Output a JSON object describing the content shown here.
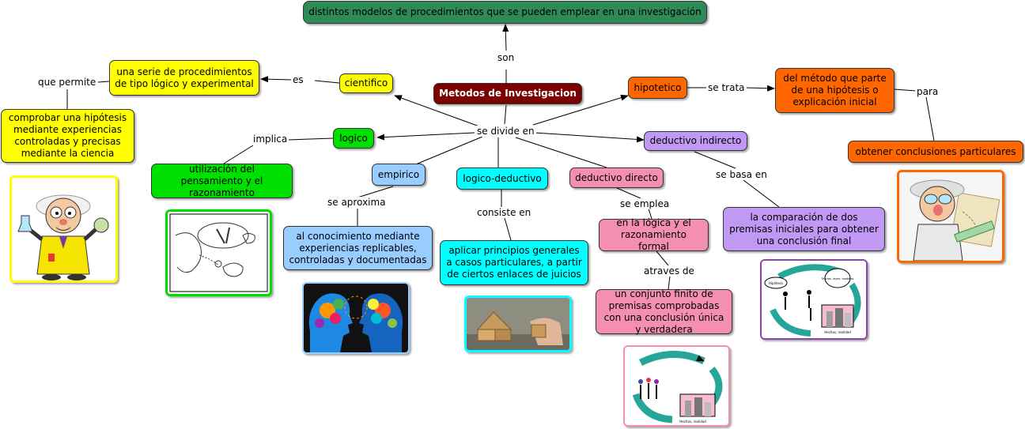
{
  "colors": {
    "title": "#2e8b57",
    "root": "#7b0000",
    "yellow": "#ffff00",
    "green": "#00e000",
    "blue": "#99ccff",
    "cyan": "#00ffff",
    "pink": "#f48fb1",
    "orange": "#ff6600",
    "purple": "#c099f5"
  },
  "nodes": {
    "title": "distintos modelos de procedimientos que se pueden emplear en una investigación",
    "root": "Metodos de Investigacion",
    "cientifico": "cientifico",
    "cientifico_def": "una serie de procedimientos de tipo lógico y experimental",
    "comprobar": "comprobar una hipótesis mediante experiencias controladas y precisas mediante la ciencia",
    "logico": "logico",
    "logico_def": "utilización del pensamiento y el razonamiento",
    "empirico": "empirico",
    "empirico_def": "al conocimiento mediante experiencias replicables, controladas y documentadas",
    "logico_deductivo": "logico-deductivo",
    "logico_deductivo_def": "aplicar principios generales a casos particulares, a partir de ciertos enlaces de juicios",
    "deductivo_directo": "deductivo directo",
    "deductivo_directo_def": "en la lógica y el razonamiento formal",
    "premisas": "un conjunto finito de premisas comprobadas con una conclusión única y verdadera",
    "deductivo_indirecto": "deductivo indirecto",
    "deductivo_indirecto_def": "la comparación de dos premisas iniciales para obtener una conclusión final",
    "hipotetico": "hipotetico",
    "hipotetico_def": "del método que parte de una hipótesis o explicación inicial",
    "conclusiones": "obtener conclusiones particulares"
  },
  "links": {
    "son": "son",
    "divide": "se divide en",
    "es": "es",
    "que_permite": "que permite",
    "implica": "implica",
    "aproxima": "se aproxima",
    "consiste": "consiste en",
    "emplea": "se emplea",
    "atraves": "atraves de",
    "basa": "se basa en",
    "trata": "se trata",
    "para": "para"
  },
  "images": {
    "small_hipotesis": "Hipótesis",
    "small_teorias": "Teorías, leyes, modelos",
    "small_hechos": "Hechos, realidad",
    "big_hechos": "Hechos, realidad"
  }
}
